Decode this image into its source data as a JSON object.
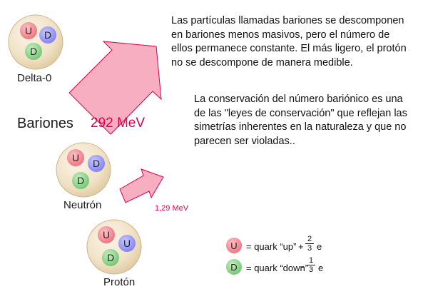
{
  "paragraphs": {
    "first": [
      "Las partículas llamadas bariones se descomponen",
      "en bariones menos masivos, pero el número de",
      "ellos permanece constante. El más ligero, el protón",
      "no se descompone de manera medible."
    ],
    "second": [
      "La conservación del número bariónico es una",
      "de las \"leyes de conservación\" que reflejan las",
      "simetrías inherentes en la naturaleza y que no",
      "parecen ser violadas.."
    ]
  },
  "labels": {
    "group": "Bariones",
    "delta": "Delta-0",
    "neutron": "Neutrón",
    "proton": "Protón"
  },
  "energies": {
    "delta_to_neutron": "292 MeV",
    "neutron_to_proton": "1,29 MeV"
  },
  "quark_letters": {
    "up": "U",
    "down": "D"
  },
  "particles": {
    "delta": [
      "U",
      "D",
      "D"
    ],
    "neutron": [
      "U",
      "D",
      "D"
    ],
    "proton": [
      "U",
      "U",
      "D"
    ]
  },
  "legend": {
    "up": {
      "text": "= quark  “up”",
      "sign": "+",
      "numerator": "2",
      "denominator": "3",
      "unit": "e"
    },
    "down": {
      "text": "= quark  “down”",
      "sign": "-",
      "numerator": "1",
      "denominator": "3",
      "unit": "e"
    }
  },
  "colors": {
    "particle_fill": "#f3e6cf",
    "particle_edge": "#c9b38c",
    "up_quark": "#f07a84",
    "down_quark_blue": "#8f8ff0",
    "down_quark_green": "#7fcf7f",
    "arrow_fill": "#f7aec0",
    "arrow_stroke": "#e0004e",
    "energy_text": "#e0004e"
  }
}
